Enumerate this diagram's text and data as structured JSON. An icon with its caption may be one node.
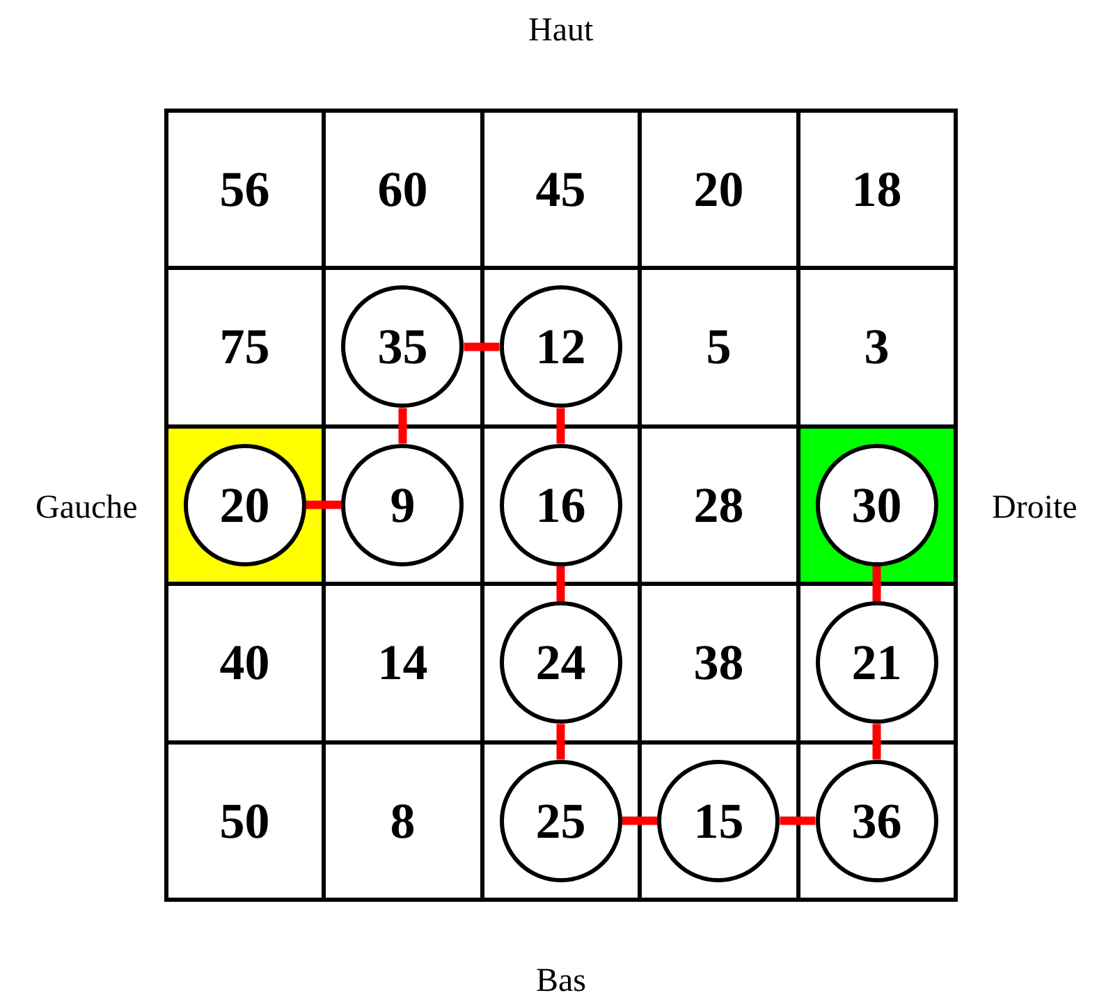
{
  "diagram": {
    "nodes": [
      {
        "text": [
          "56"
        ]
      },
      {
        "text": [
          "60"
        ]
      },
      {
        "text": [
          "45"
        ]
      },
      {
        "text": [
          "20"
        ]
      },
      {
        "text": [
          "18"
        ]
      },
      {
        "text": [
          "75"
        ]
      },
      {
        "text": [
          "35"
        ]
      },
      {
        "text": [
          "12"
        ]
      },
      {
        "text": [
          "5"
        ]
      },
      {
        "text": [
          "3"
        ]
      },
      {
        "text": [
          "20"
        ]
      },
      {
        "text": [
          "9"
        ]
      },
      {
        "text": [
          "16"
        ]
      },
      {
        "text": [
          "28"
        ]
      },
      {
        "text": [
          "30"
        ]
      },
      {
        "text": [
          "40"
        ]
      },
      {
        "text": [
          "14"
        ]
      },
      {
        "text": [
          "24"
        ]
      },
      {
        "text": [
          "38"
        ]
      },
      {
        "text": [
          "21"
        ]
      },
      {
        "text": [
          "50"
        ]
      },
      {
        "text": [
          "8"
        ]
      },
      {
        "text": [
          "25"
        ]
      },
      {
        "text": [
          "15"
        ]
      },
      {
        "text": [
          "36"
        ]
      }
    ],
    "edges": [
      {
        "from": 6,
        "to": 7,
        "arrow": "none"
      },
      {
        "from": 6,
        "to": 11,
        "arrow": "none"
      },
      {
        "from": 7,
        "to": 12,
        "arrow": "none"
      },
      {
        "from": 10,
        "to": 11,
        "arrow": "none"
      },
      {
        "from": 12,
        "to": 17,
        "arrow": "none"
      },
      {
        "from": 14,
        "to": 19,
        "arrow": "none"
      },
      {
        "from": 17,
        "to": 22,
        "arrow": "none"
      },
      {
        "from": 19,
        "to": 24,
        "arrow": "none"
      },
      {
        "from": 22,
        "to": 23,
        "arrow": "none"
      },
      {
        "from": 23,
        "to": 24,
        "arrow": "none"
      }
    ],
    "labels": [
      "Haut",
      "Gauche",
      "Droite",
      "Bas"
    ]
  }
}
